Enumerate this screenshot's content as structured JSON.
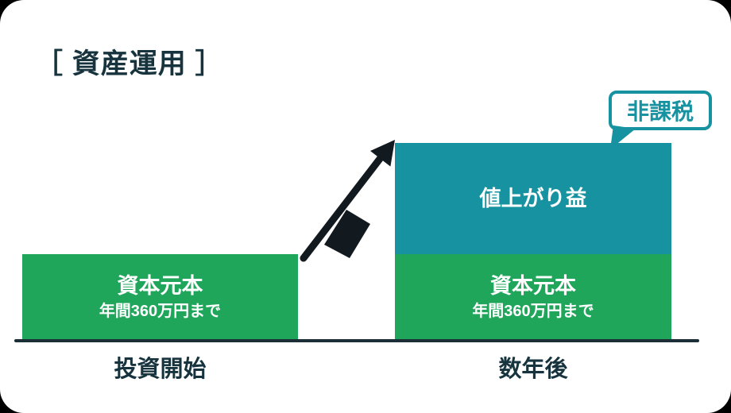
{
  "title": {
    "label": "［ 資産運用 ］"
  },
  "diagram": {
    "left_bar": {
      "principal_label": "資本元本",
      "principal_sublabel": "年間360万円まで",
      "axis_label": "投資開始"
    },
    "right_bar": {
      "principal_label": "資本元本",
      "principal_sublabel": "年間360万円まで",
      "gain_label": "値上がり益",
      "axis_label": "数年後"
    },
    "callout": {
      "label": "非課税"
    },
    "icons": {
      "growth_arrow": "growth-arrow-icon",
      "callout_tail": "speech-bubble-tail-icon"
    },
    "colors": {
      "principal_green": "#1FA65A",
      "gain_teal": "#1792A0",
      "dark_text": "#16333E",
      "arrow_black": "#121A1F",
      "card_background": "#FFFFFF"
    }
  },
  "chart_data": {
    "type": "bar",
    "title": "資産運用",
    "categories": [
      "投資開始",
      "数年後"
    ],
    "series": [
      {
        "name": "資本元本（年間360万円まで）",
        "values": [
          1,
          1
        ],
        "color": "#1FA65A"
      },
      {
        "name": "値上がり益（非課税）",
        "values": [
          0,
          1.3
        ],
        "color": "#1792A0"
      }
    ],
    "annotations": [
      "非課税"
    ],
    "xlabel": "",
    "ylabel": "",
    "grid": false,
    "legend_position": "none"
  }
}
